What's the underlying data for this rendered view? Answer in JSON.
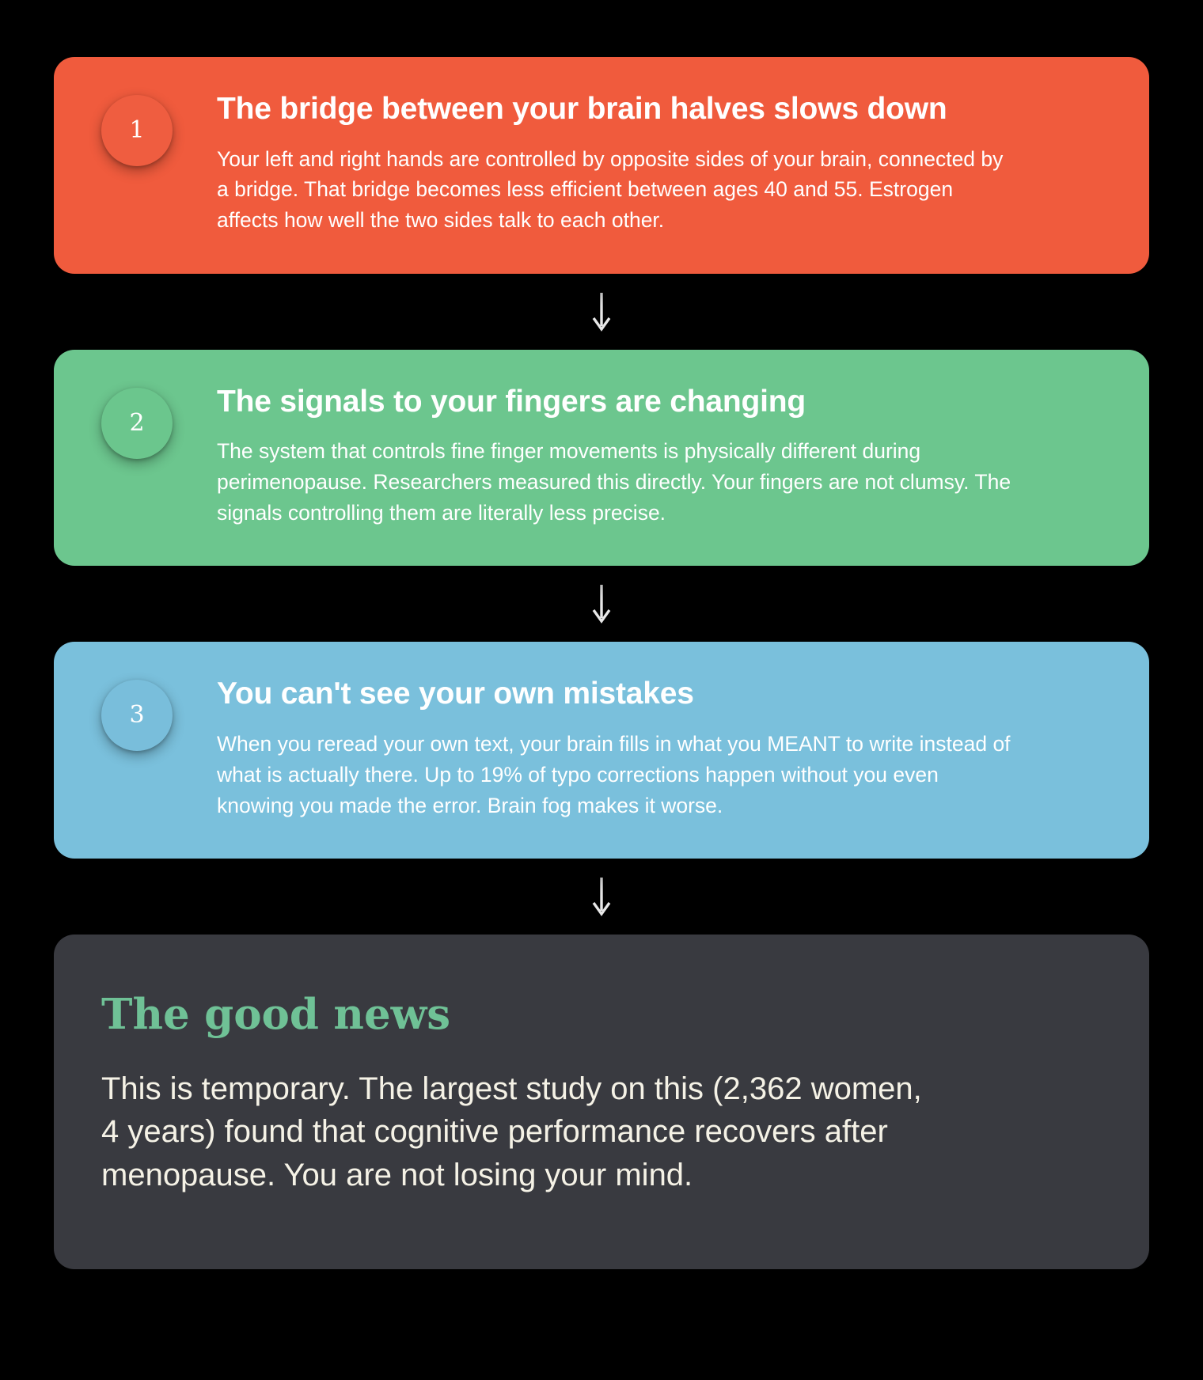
{
  "background_color": "#000000",
  "steps": [
    {
      "number": "1",
      "title": "The bridge between your brain halves slows down",
      "body": "Your left and right hands are controlled by opposite sides of your brain, connected by a bridge. That bridge becomes less efficient between ages 40 and 55. Estrogen affects how well the two sides talk to each other.",
      "color": "#F05B3D"
    },
    {
      "number": "2",
      "title": "The signals to your fingers are changing",
      "body": "The system that controls fine finger movements is physically different during perimenopause. Researchers measured this directly. Your fingers are not clumsy. The signals controlling them are literally less precise.",
      "color": "#6CC68E"
    },
    {
      "number": "3",
      "title": "You can't see your own mistakes",
      "body": "When you reread your own text, your brain fills in what you MEANT to write instead of what is actually there. Up to 19% of typo corrections happen without you even knowing you made the error. Brain fog makes it worse.",
      "color": "#7AC0DC"
    }
  ],
  "connector": {
    "icon": "arrow-down-icon",
    "color": "#E8E8E8"
  },
  "final_card": {
    "title": "The good news",
    "title_color": "#6FC196",
    "body": "This is temporary. The largest study on this (2,362 women, 4 years) found that cognitive performance recovers after menopause. You are not losing your mind.",
    "body_color": "#F5F2E6",
    "background_color": "#393A40"
  }
}
